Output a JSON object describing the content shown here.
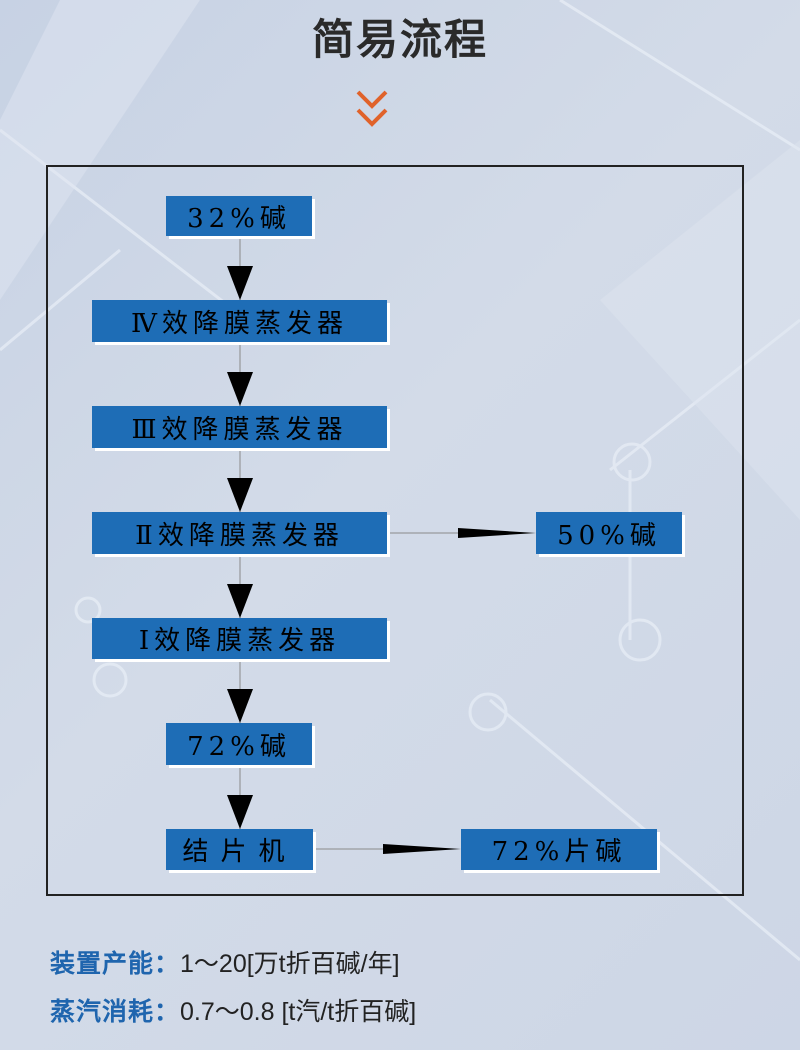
{
  "page": {
    "title": "简易流程"
  },
  "colors": {
    "node_fill": "#1e6db6",
    "accent_chevron": "#e0622a",
    "spec_label": "#1f65ae"
  },
  "flow": {
    "nodes": [
      {
        "id": "alkali-32",
        "label": "32%碱"
      },
      {
        "id": "evap-4",
        "label": "Ⅳ效降膜蒸发器"
      },
      {
        "id": "evap-3",
        "label": "Ⅲ效降膜蒸发器"
      },
      {
        "id": "evap-2",
        "label": "Ⅱ效降膜蒸发器"
      },
      {
        "id": "alkali-50",
        "label": "50%碱"
      },
      {
        "id": "evap-1",
        "label": "Ⅰ效降膜蒸发器"
      },
      {
        "id": "alkali-72",
        "label": "72%碱"
      },
      {
        "id": "flaker",
        "label": "结片机"
      },
      {
        "id": "flake-72",
        "label": "72%片碱"
      }
    ],
    "edges": [
      {
        "from": "alkali-32",
        "to": "evap-4"
      },
      {
        "from": "evap-4",
        "to": "evap-3"
      },
      {
        "from": "evap-3",
        "to": "evap-2"
      },
      {
        "from": "evap-2",
        "to": "alkali-50"
      },
      {
        "from": "evap-2",
        "to": "evap-1"
      },
      {
        "from": "evap-1",
        "to": "alkali-72"
      },
      {
        "from": "alkali-72",
        "to": "flaker"
      },
      {
        "from": "flaker",
        "to": "flake-72"
      }
    ]
  },
  "specs": {
    "capacity": {
      "label": "装置产能：",
      "value": "1～20[万t折百碱/年]"
    },
    "steam": {
      "label": "蒸汽消耗：",
      "value": "0.7～0.8 [t汽/t折百碱]"
    }
  }
}
